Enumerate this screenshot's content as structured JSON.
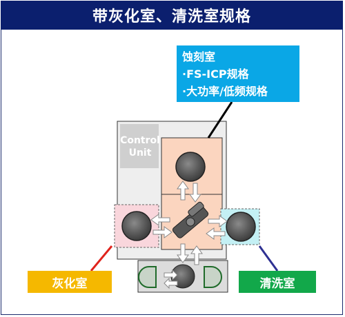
{
  "title": "带灰化室、清洗室规格",
  "etch_chamber": {
    "name": "蚀刻室",
    "spec_1": "·FS-ICP规格",
    "spec_2": "·大功率/低频规格"
  },
  "control_unit": {
    "line_1": "Control",
    "line_2": "Unit"
  },
  "ashing_chamber": {
    "name": "灰化室"
  },
  "cleaning_chamber": {
    "name": "清洗室"
  },
  "colors": {
    "title_bar": "#0b1f6e",
    "etch_label_bg": "#0aa7e6",
    "ash_tag_bg": "#f5b800",
    "clean_tag_bg": "#12a84a",
    "etch_pointer": "#000000",
    "ash_pointer": "#e0231c",
    "clean_pointer": "#2e3192",
    "chamber_fill": "#fbd5bf",
    "ash_chamber_fill": "#f9d6dc",
    "clean_chamber_fill": "#c4f0f4"
  }
}
